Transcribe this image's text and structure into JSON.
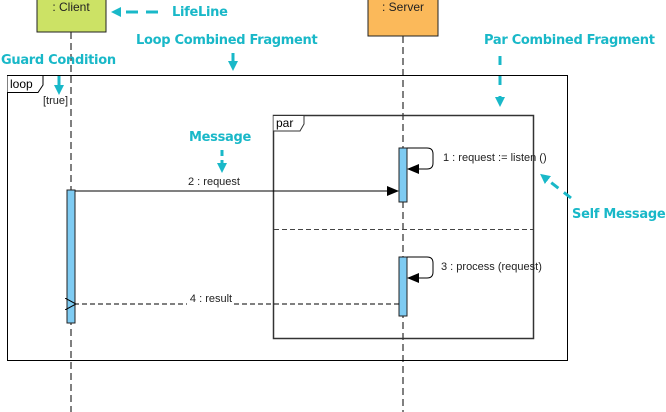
{
  "lifelines": [
    {
      "id": "client",
      "label": ": Client",
      "color": "#cce265"
    },
    {
      "id": "server",
      "label": ": Server",
      "color": "#fbb95a"
    }
  ],
  "fragments": {
    "loop": {
      "operator": "loop",
      "guard": "[true]"
    },
    "par": {
      "operator": "par"
    }
  },
  "messages": [
    {
      "label": "1 : request := listen ()",
      "type": "self"
    },
    {
      "label": "2 : request",
      "type": "synchronous"
    },
    {
      "label": "3 : process (request)",
      "type": "self"
    },
    {
      "label": "4 : result",
      "type": "return"
    }
  ],
  "annotations": {
    "lifeline": "LifeLine",
    "loop_fragment": "Loop Combined Fragment",
    "guard_condition": "Guard Condition",
    "par_fragment": "Par Combined Fragment",
    "message": "Message",
    "self_message": "Self Message"
  },
  "colors": {
    "annotation": "#19b8c8",
    "activation": "#7ecbf2",
    "line": "#000000"
  }
}
